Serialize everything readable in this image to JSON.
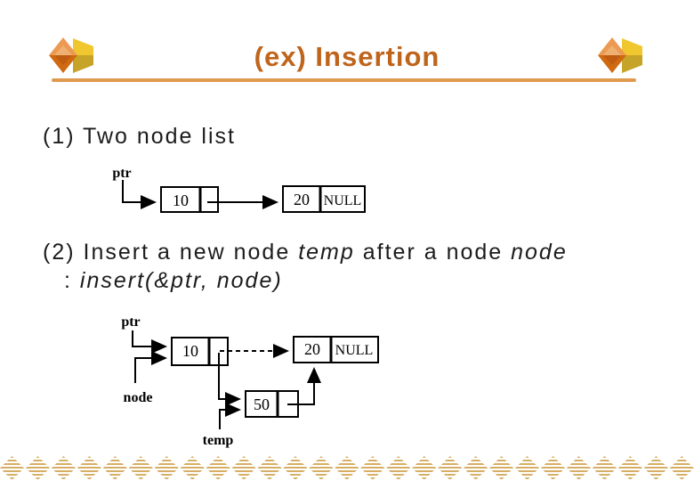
{
  "title": "(ex) Insertion",
  "colors": {
    "title_text": "#bf641b",
    "title_rule": "#e09a50",
    "cube_orange_light": "#ec9a52",
    "cube_orange_dark": "#cf6a12",
    "cube_yellow_light": "#f0c72e",
    "cube_yellow_dark": "#c6a427",
    "diamond_border": "#d6ae66",
    "body_text": "#1c1c1c",
    "diagram_ink": "#000000"
  },
  "sections": {
    "s1": {
      "heading": "(1) Two node list"
    },
    "s2": {
      "heading_p1": "(2) Insert a new node ",
      "heading_v1": "temp",
      "heading_p2": " after a node ",
      "heading_v2": "node",
      "code_colon": ": ",
      "code_text": "insert(&ptr, node)"
    }
  },
  "diagram1": {
    "ptr_label": "ptr",
    "node1": {
      "data": "10"
    },
    "node2": {
      "data": "20",
      "link": "NULL"
    }
  },
  "diagram2": {
    "ptr_label": "ptr",
    "node_label": "node",
    "temp_label": "temp",
    "node1": {
      "data": "10"
    },
    "node2": {
      "data": "20",
      "link": "NULL"
    },
    "node3": {
      "data": "50"
    }
  },
  "decor": {
    "diamond_count": 27
  }
}
